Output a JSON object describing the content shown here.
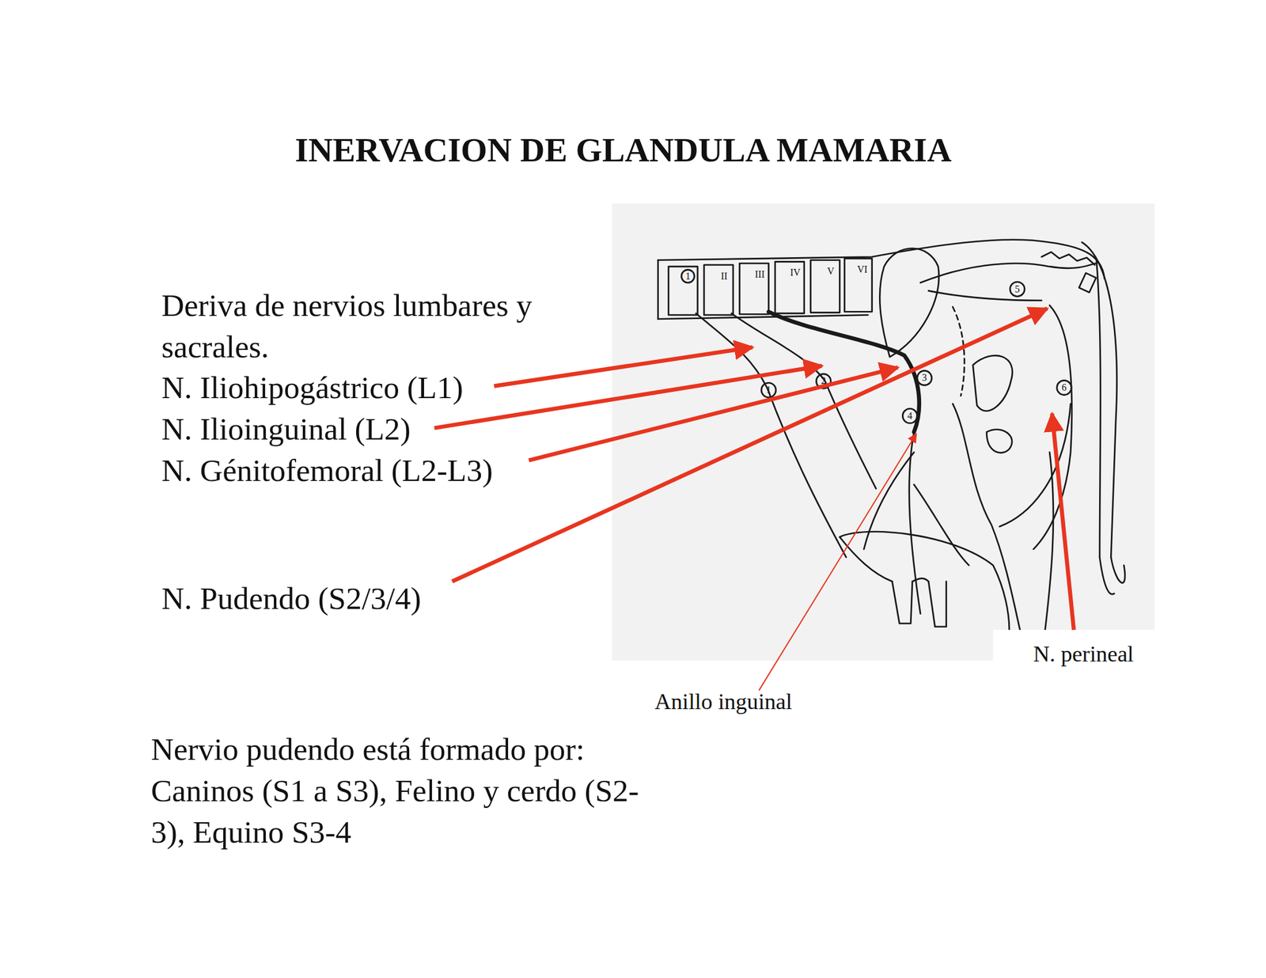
{
  "diagram": {
    "title": "INERVACION DE GLANDULA MAMARIA",
    "labels": [
      "Deriva de nervios lumbares y sacrales.",
      "N. Iliohipogástrico (L1)",
      "N. Ilioinguinal (L2)",
      "N. Génitofemoral (L2-L3)",
      "N. Pudendo (S2/3/4)",
      "1",
      "II",
      "III",
      "IV",
      "V",
      "VI",
      "5",
      "2",
      "3",
      "1",
      "4",
      "6",
      "N. perineal",
      "Anillo inguinal",
      "Nervio pudendo está formado por: Caninos (S1 a S3), Felino y cerdo (S2-3), Equino S3-4"
    ]
  }
}
